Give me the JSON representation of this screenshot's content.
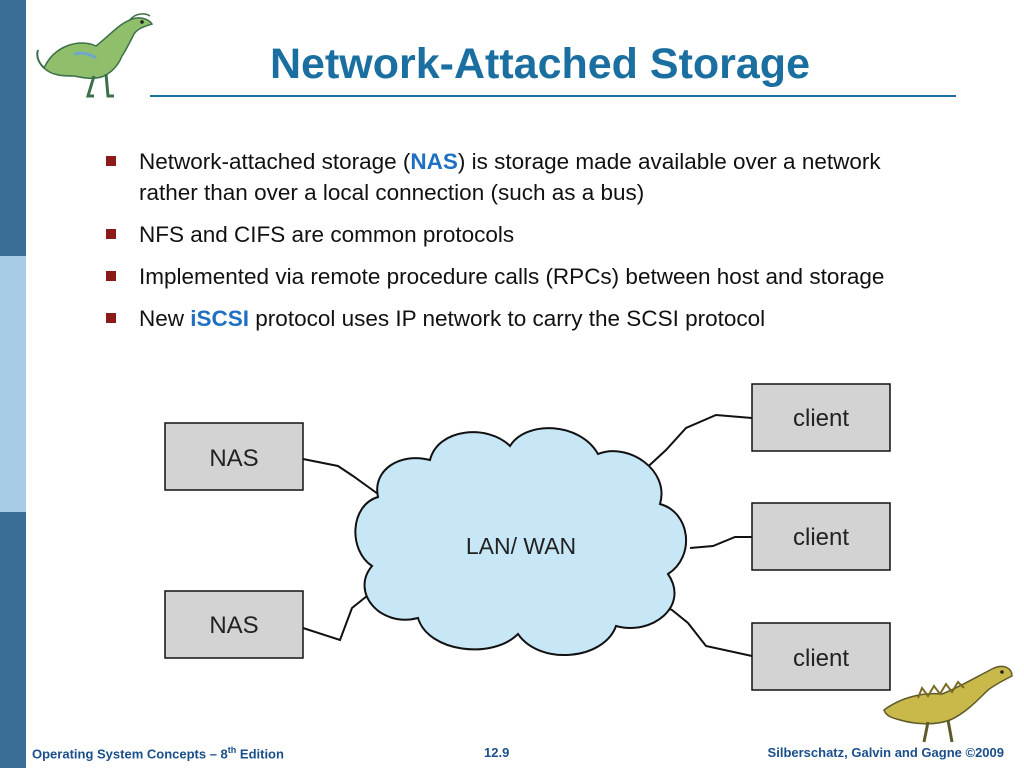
{
  "title": "Network-Attached Storage",
  "bullets": [
    {
      "before": "Network-attached storage (",
      "highlight": "NAS",
      "after": ") is storage made available over a network rather than over a local connection (such as a bus)"
    },
    {
      "before": "NFS and CIFS are common protocols",
      "highlight": "",
      "after": ""
    },
    {
      "before": "Implemented via remote procedure calls (RPCs) between host and storage",
      "highlight": "",
      "after": ""
    },
    {
      "before": "New ",
      "highlight": "iSCSI",
      "after": " protocol uses IP network to carry the SCSI protocol"
    }
  ],
  "diagram": {
    "cloud_label": "LAN/ WAN",
    "nas_boxes": [
      "NAS",
      "NAS"
    ],
    "client_boxes": [
      "client",
      "client",
      "client"
    ]
  },
  "footer": {
    "left_prefix": "Operating System Concepts – 8",
    "left_sup": "th",
    "left_suffix": " Edition",
    "page": "12.9",
    "right": "Silberschatz, Galvin and Gagne ©2009"
  },
  "colors": {
    "title": "#1a6fa0",
    "highlight": "#1f6fc2",
    "bullet_square": "#8b1a1a",
    "cloud_fill": "#c7e7f7",
    "box_fill": "#d3d3d3",
    "sidebar_dark": "#3a6e96",
    "sidebar_light": "#a9cce6"
  },
  "icons": [
    "dinosaur-top-left-icon",
    "dinosaur-bottom-right-icon"
  ]
}
